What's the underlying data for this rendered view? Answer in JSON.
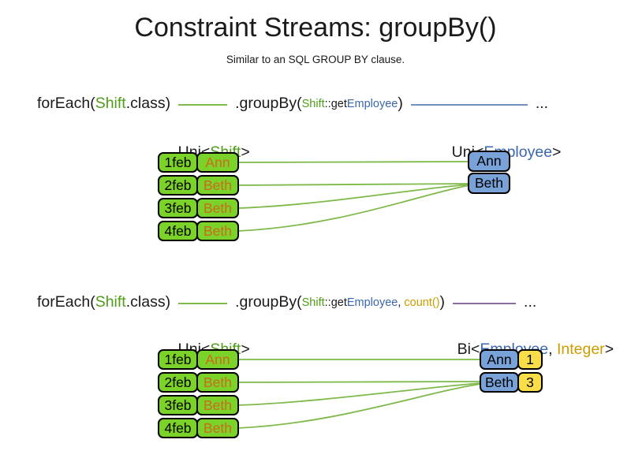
{
  "title": "Constraint Streams: groupBy()",
  "subtitle": "Similar to an SQL GROUP BY clause.",
  "colors": {
    "text": "#1a1a1a",
    "green": "#4e9e18",
    "blue": "#3a67ad",
    "orange": "#cd6a1d",
    "gold": "#cc9c00",
    "green_box": "#7bd228",
    "blue_box": "#78a2d8",
    "yellow_box": "#f9dd49",
    "line_green": "#7fb94a",
    "line_blue": "#7090c0",
    "line_purple": "#8a6f9e"
  },
  "section1": {
    "code": {
      "foreach_prefix": "forEach(",
      "foreach_class": "Shift",
      "foreach_suffix": ".class)",
      "groupby_prefix": ".groupBy(",
      "arg1_class": "Shift",
      "arg1_accessor": "::get",
      "arg1_property": "Employee",
      "groupby_suffix": ")",
      "ellipsis": "..."
    },
    "left_header": {
      "prefix": "Uni<",
      "type": "Shift",
      "suffix": ">"
    },
    "right_header": {
      "prefix": "Uni<",
      "type": "Employee",
      "suffix": ">"
    },
    "shifts": [
      {
        "date": "1feb",
        "employee": "Ann"
      },
      {
        "date": "2feb",
        "employee": "Beth"
      },
      {
        "date": "3feb",
        "employee": "Beth"
      },
      {
        "date": "4feb",
        "employee": "Beth"
      }
    ],
    "groups": [
      {
        "employee": "Ann"
      },
      {
        "employee": "Beth"
      }
    ]
  },
  "section2": {
    "code": {
      "foreach_prefix": "forEach(",
      "foreach_class": "Shift",
      "foreach_suffix": ".class)",
      "groupby_prefix": ".groupBy(",
      "arg1_class": "Shift",
      "arg1_accessor": "::get",
      "arg1_property": "Employee",
      "separator": ", ",
      "arg2_collector": "count()",
      "groupby_suffix": ")",
      "ellipsis": "..."
    },
    "left_header": {
      "prefix": "Uni<",
      "type": "Shift",
      "suffix": ">"
    },
    "right_header": {
      "prefix": "Bi<",
      "type1": "Employee",
      "separator": ", ",
      "type2": "Integer",
      "suffix": ">"
    },
    "shifts": [
      {
        "date": "1feb",
        "employee": "Ann"
      },
      {
        "date": "2feb",
        "employee": "Beth"
      },
      {
        "date": "3feb",
        "employee": "Beth"
      },
      {
        "date": "4feb",
        "employee": "Beth"
      }
    ],
    "groups": [
      {
        "employee": "Ann",
        "count": "1"
      },
      {
        "employee": "Beth",
        "count": "3"
      }
    ]
  }
}
